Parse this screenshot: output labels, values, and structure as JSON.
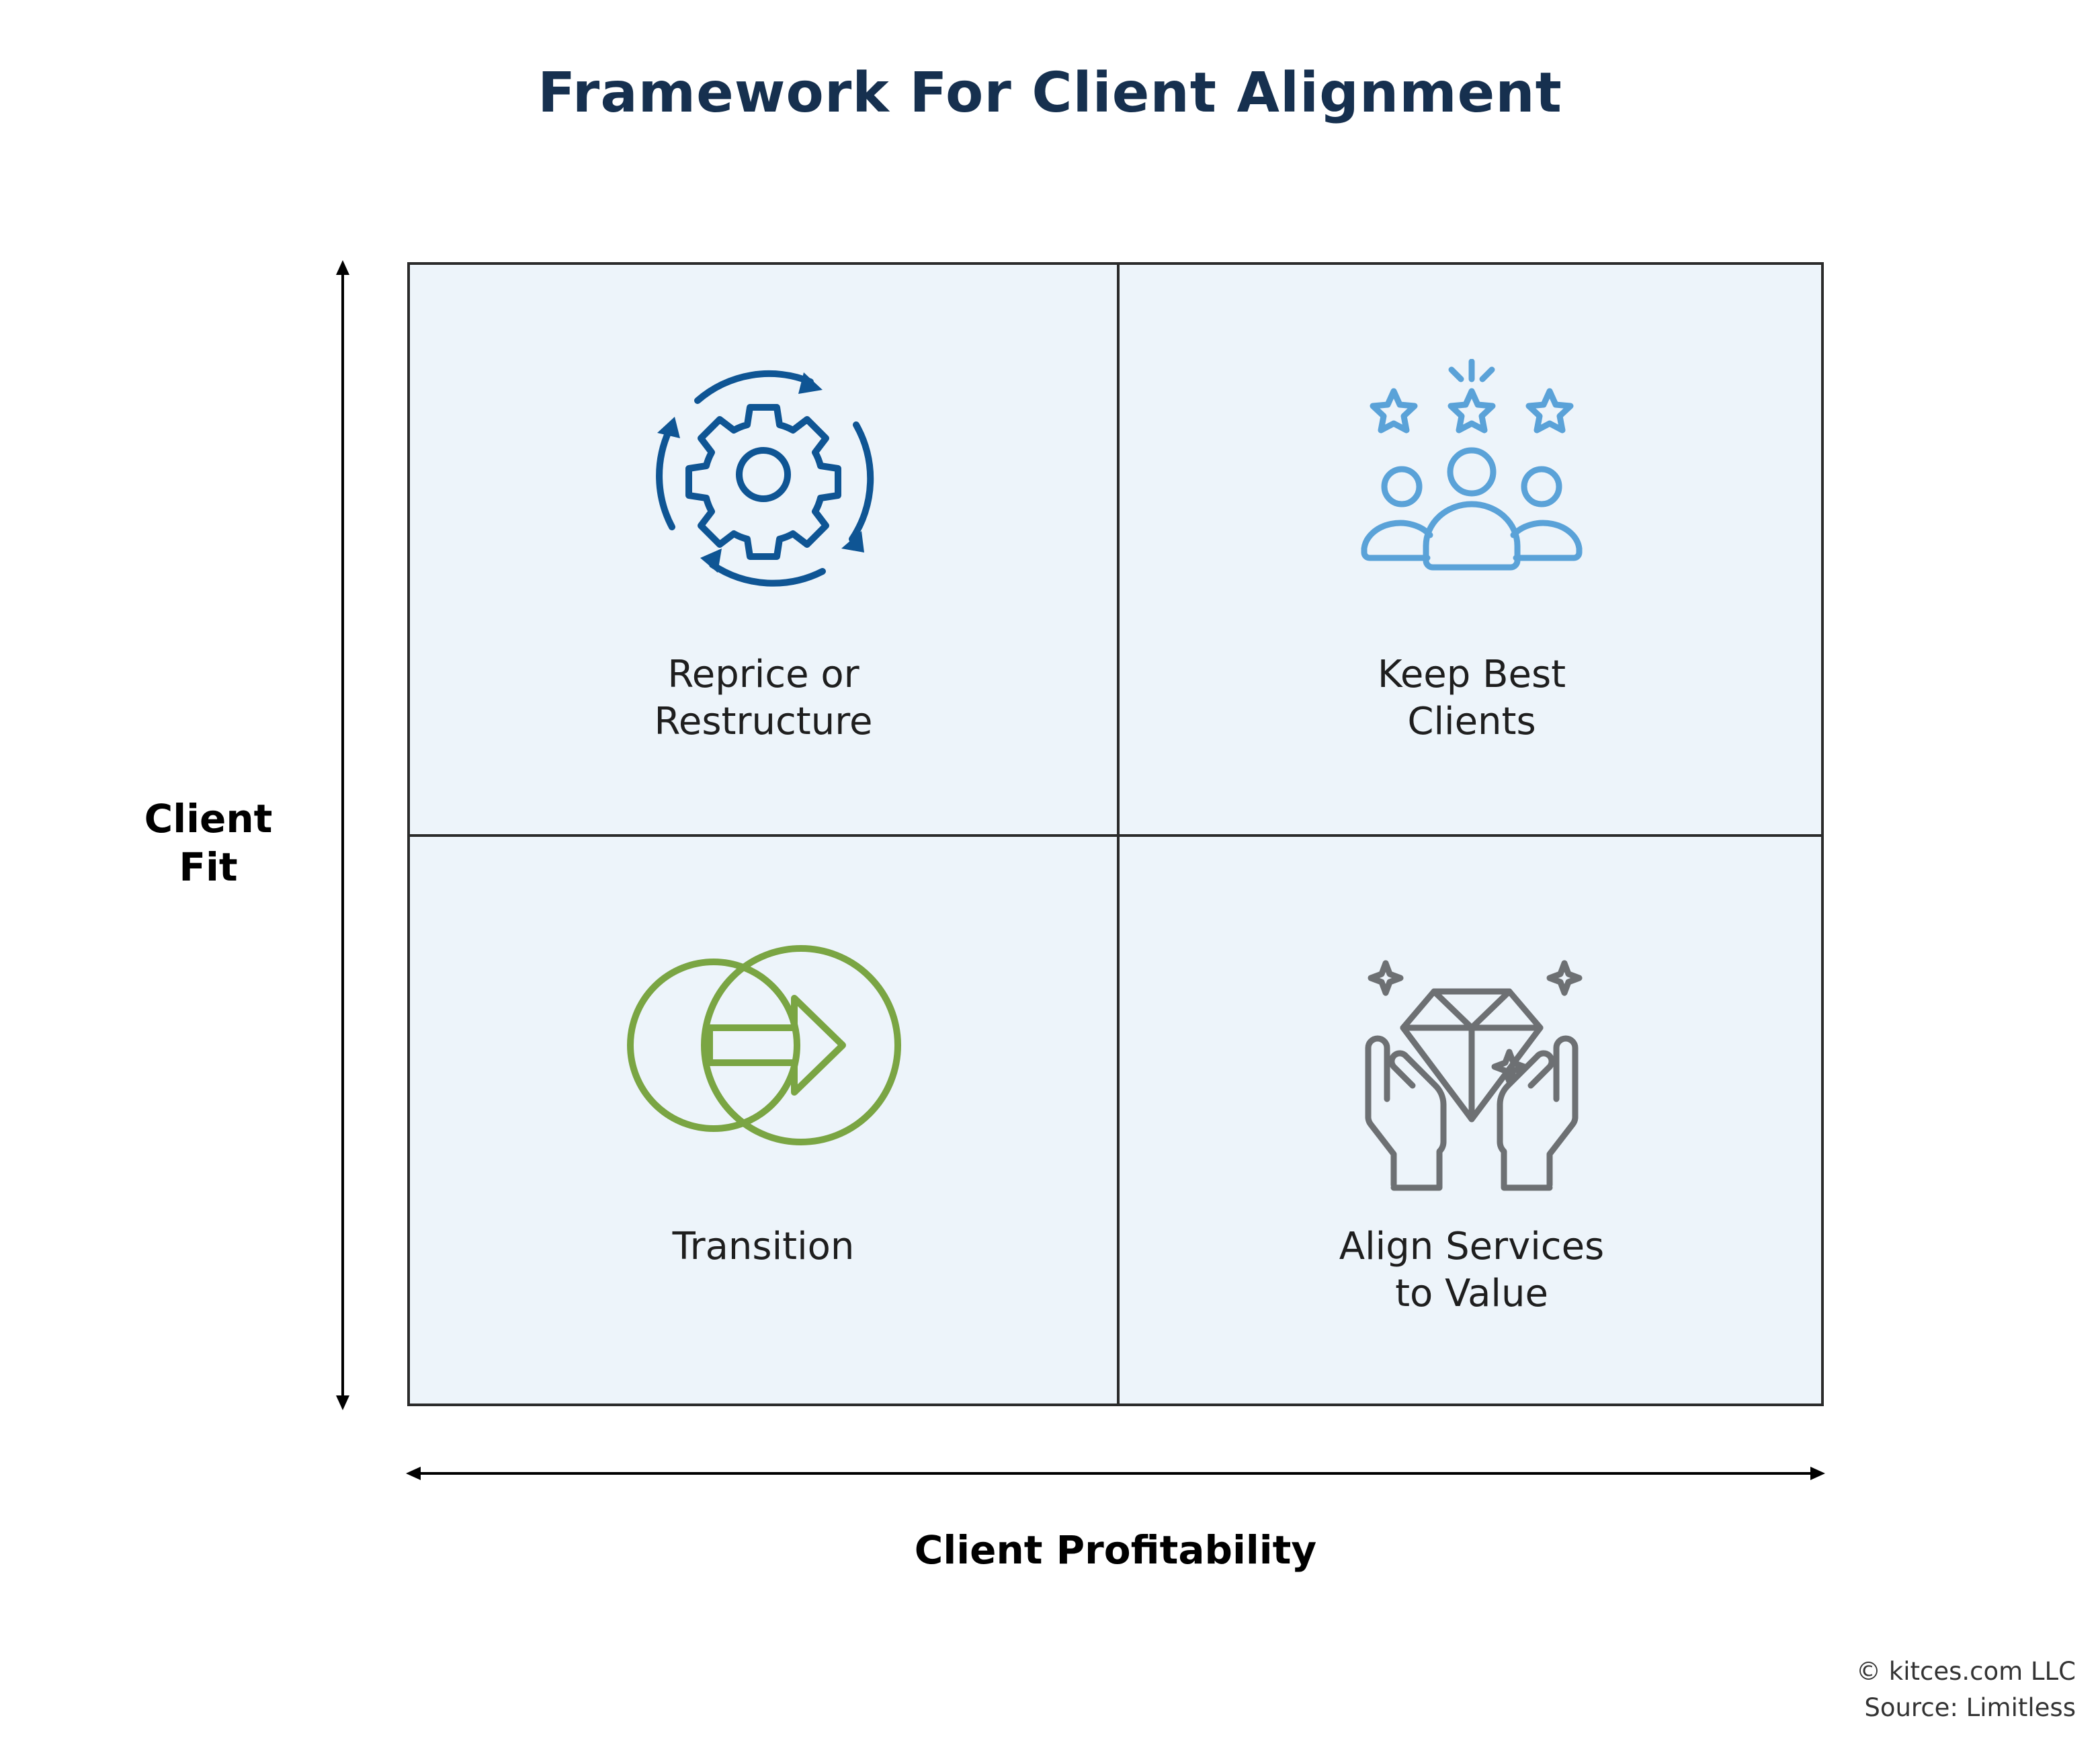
{
  "title": "Framework For Client Alignment",
  "axes": {
    "y_label": "Client\nFit",
    "x_label": "Client Profitability"
  },
  "quadrants": [
    {
      "position": "top-left",
      "label": "Reprice or\nRestructure",
      "icon": "gear-cycle-icon",
      "color": "#0f5594"
    },
    {
      "position": "top-right",
      "label": "Keep Best\nClients",
      "icon": "rated-team-icon",
      "color": "#5aa2d8"
    },
    {
      "position": "bottom-left",
      "label": "Transition",
      "icon": "transition-arrow-icon",
      "color": "#7aa543"
    },
    {
      "position": "bottom-right",
      "label": "Align Services\nto Value",
      "icon": "diamond-hands-icon",
      "color": "#6d7073"
    }
  ],
  "credits": {
    "copyright": "© kitces.com LLC",
    "source": "Source: Limitless"
  }
}
